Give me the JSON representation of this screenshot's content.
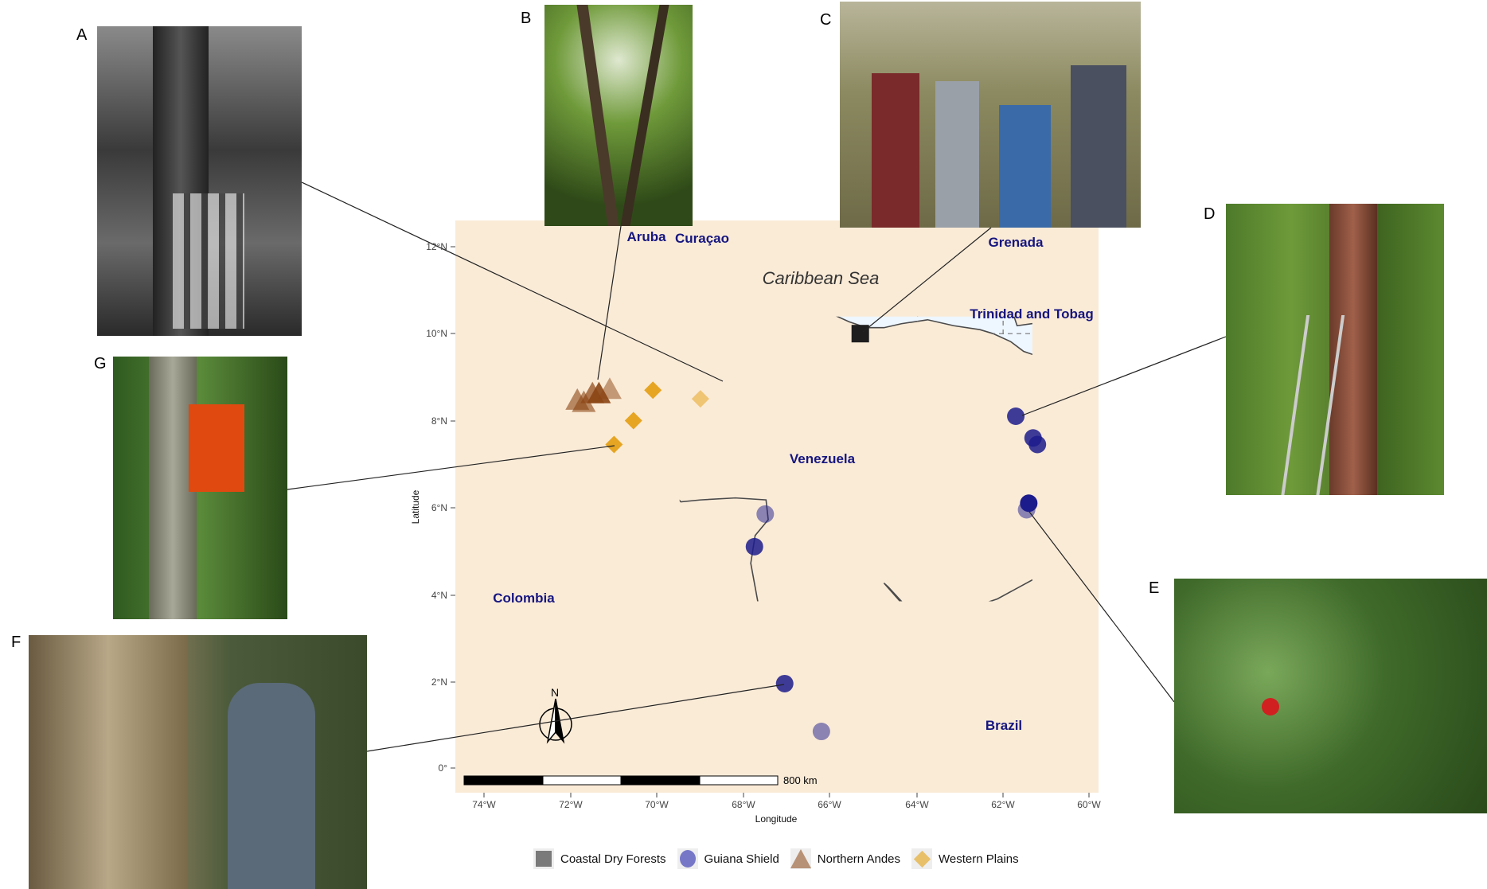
{
  "photo_labels": [
    "A",
    "B",
    "C",
    "D",
    "E",
    "F",
    "G"
  ],
  "map": {
    "sea_label": "Caribbean Sea",
    "countries": [
      "Curaçao",
      "Aruba",
      "Grenada",
      "Trinidad and Tobag",
      "Venezuela",
      "Colombia",
      "Brazil"
    ],
    "x_axis_title": "Longitude",
    "y_axis_title": "Latitude",
    "x_ticks": [
      "74°W",
      "72°W",
      "70°W",
      "68°W",
      "66°W",
      "64°W",
      "62°W",
      "60°W"
    ],
    "y_ticks": [
      "0°",
      "2°N",
      "4°N",
      "6°N",
      "8°N",
      "10°N",
      "12°N"
    ],
    "scale_bar_label": "800 km",
    "north_arrow_label": "N",
    "colors": {
      "sea": "#eef6ff",
      "land": "#faebd7",
      "border": "#4a4a4a"
    }
  },
  "legend": [
    {
      "label": "Coastal Dry Forests",
      "shape": "square",
      "color": "#7a7a7a"
    },
    {
      "label": "Guiana Shield",
      "shape": "circle",
      "color": "#7777c8"
    },
    {
      "label": "Northern Andes",
      "shape": "triangle",
      "color": "#b89276"
    },
    {
      "label": "Western Plains",
      "shape": "diamond",
      "color": "#e8c06a"
    }
  ],
  "map_data": {
    "Coastal Dry Forests": {
      "color": "#1e1e1e",
      "points": [
        [
          -65.3,
          10.0,
          1
        ]
      ]
    },
    "Northern Andes": {
      "color": "#8b4513",
      "points": [
        [
          -71.85,
          8.45,
          0.6
        ],
        [
          -71.7,
          8.4,
          0.6
        ],
        [
          -71.5,
          8.6,
          0.7
        ],
        [
          -71.35,
          8.6,
          0.9
        ],
        [
          -71.1,
          8.7,
          0.5
        ]
      ]
    },
    "Western Plains": {
      "color": "#e39d0f",
      "points": [
        [
          -70.1,
          8.7,
          0.9
        ],
        [
          -70.55,
          8.0,
          0.9
        ],
        [
          -71.0,
          7.45,
          0.9
        ],
        [
          -69.0,
          8.5,
          0.5
        ]
      ]
    },
    "Guiana Shield": {
      "color": "#1c1c8c",
      "points": [
        [
          -61.7,
          8.1,
          0.85
        ],
        [
          -61.3,
          7.6,
          0.85
        ],
        [
          -61.2,
          7.45,
          0.85
        ],
        [
          -61.4,
          6.1,
          1
        ],
        [
          -61.45,
          5.95,
          0.5
        ],
        [
          -67.5,
          5.85,
          0.5
        ],
        [
          -67.75,
          5.1,
          0.85
        ],
        [
          -67.05,
          1.95,
          0.85
        ],
        [
          -66.2,
          0.85,
          0.5
        ]
      ]
    }
  }
}
